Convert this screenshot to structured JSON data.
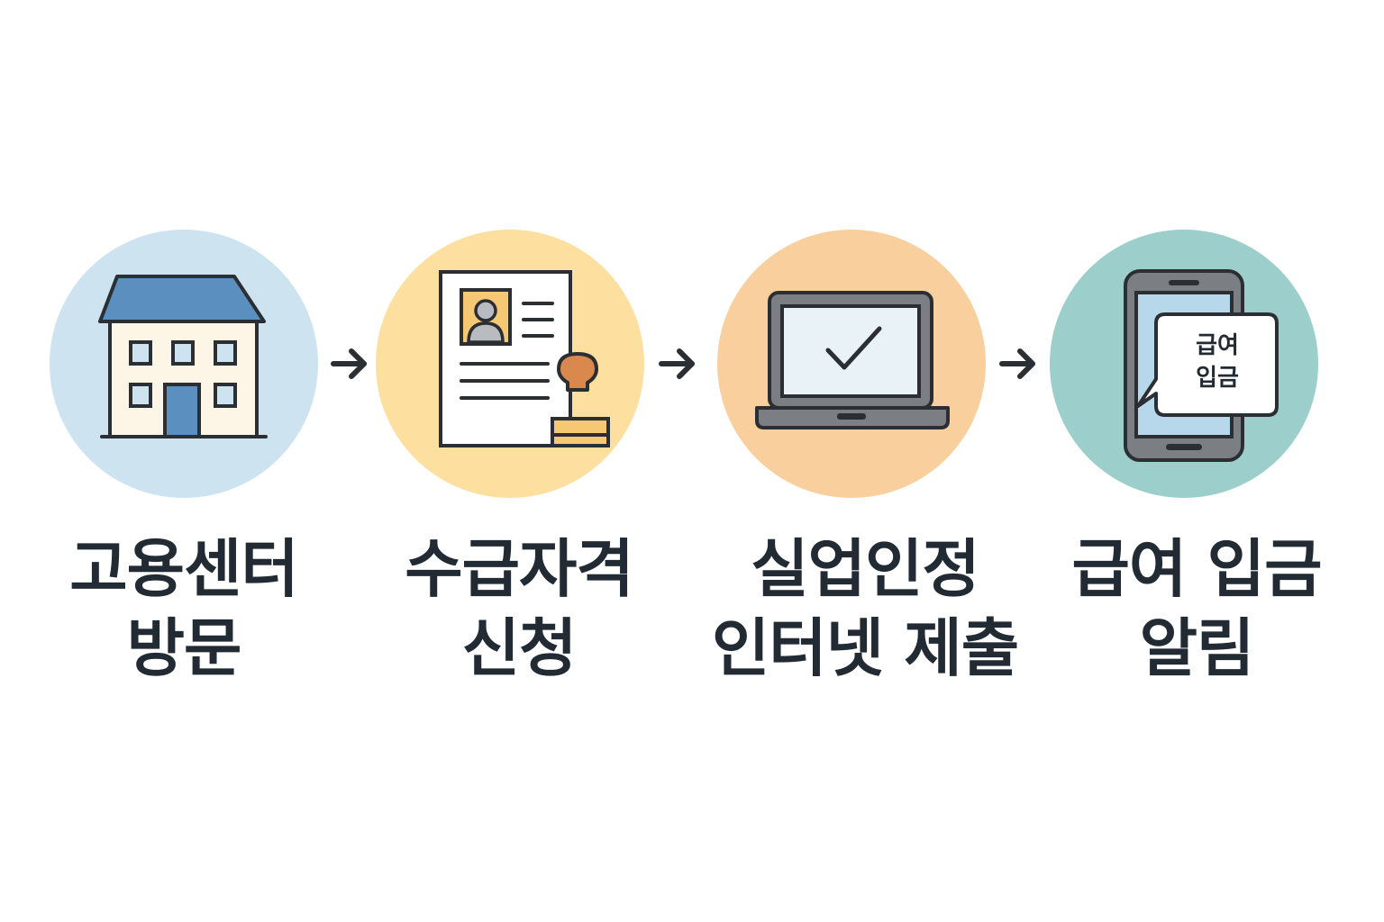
{
  "colors": {
    "circle_1": "#cde3ef",
    "circle_2": "#fde0a0",
    "circle_3": "#f9cf9e",
    "circle_4": "#9ccfcb",
    "outline": "#2b2f33",
    "roof_blue": "#5b8fbf",
    "building_cream": "#fdf6e6",
    "stamp_orange": "#d9894e",
    "stamp_yellow": "#f6c874",
    "screen_light": "#e9f2f7",
    "device_gray": "#7b7e82",
    "phone_screen": "#b7d8ea",
    "photo_bg": "#f6c874",
    "person_gray": "#b8bcc0"
  },
  "steps": [
    {
      "icon": "building-icon",
      "label_line1": "고용센터",
      "label_line2": "방문"
    },
    {
      "icon": "document-stamp-icon",
      "label_line1": "수급자격",
      "label_line2": "신청"
    },
    {
      "icon": "laptop-check-icon",
      "label_line1": "실업인정",
      "label_line2": "인터넷 제출"
    },
    {
      "icon": "phone-message-icon",
      "label_line1": "급여 입금",
      "label_line2": "알림",
      "bubble_line1": "급여",
      "bubble_line2": "입금"
    }
  ]
}
